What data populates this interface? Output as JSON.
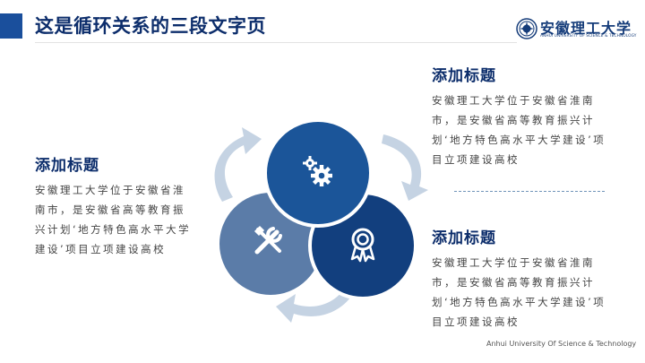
{
  "header": {
    "title": "这是循环关系的三段文字页",
    "logo_name": "安徽理工大学",
    "logo_sub": "ANHUI UNIVERSITY OF SCIENCE & TECHNOLOGY"
  },
  "left_block": {
    "heading": "添加标题",
    "body": "安徽理工大学位于安徽省淮南市，是安徽省高等教育振兴计划‘地方特色高水平大学建设’项目立项建设高校"
  },
  "right_top_block": {
    "heading": "添加标题",
    "body": "安徽理工大学位于安徽省淮南市，是安徽省高等教育振兴计划‘地方特色高水平大学建设’项目立项建设高校"
  },
  "right_bottom_block": {
    "heading": "添加标题",
    "body": "安徽理工大学位于安徽省淮南市，是安徽省高等教育振兴计划‘地方特色高水平大学建设’项目立项建设高校"
  },
  "diagram": {
    "icons": [
      "gears-icon",
      "tools-icon",
      "award-icon"
    ],
    "colors": {
      "top": "#1b5599",
      "left": "#5b7ca8",
      "right": "#123f7e",
      "arrows": "#c5d3e3"
    }
  },
  "footer": {
    "text": "Anhui University Of Science & Technology"
  },
  "colors": {
    "accent": "#1a4f9c",
    "title": "#0c2d6b"
  }
}
